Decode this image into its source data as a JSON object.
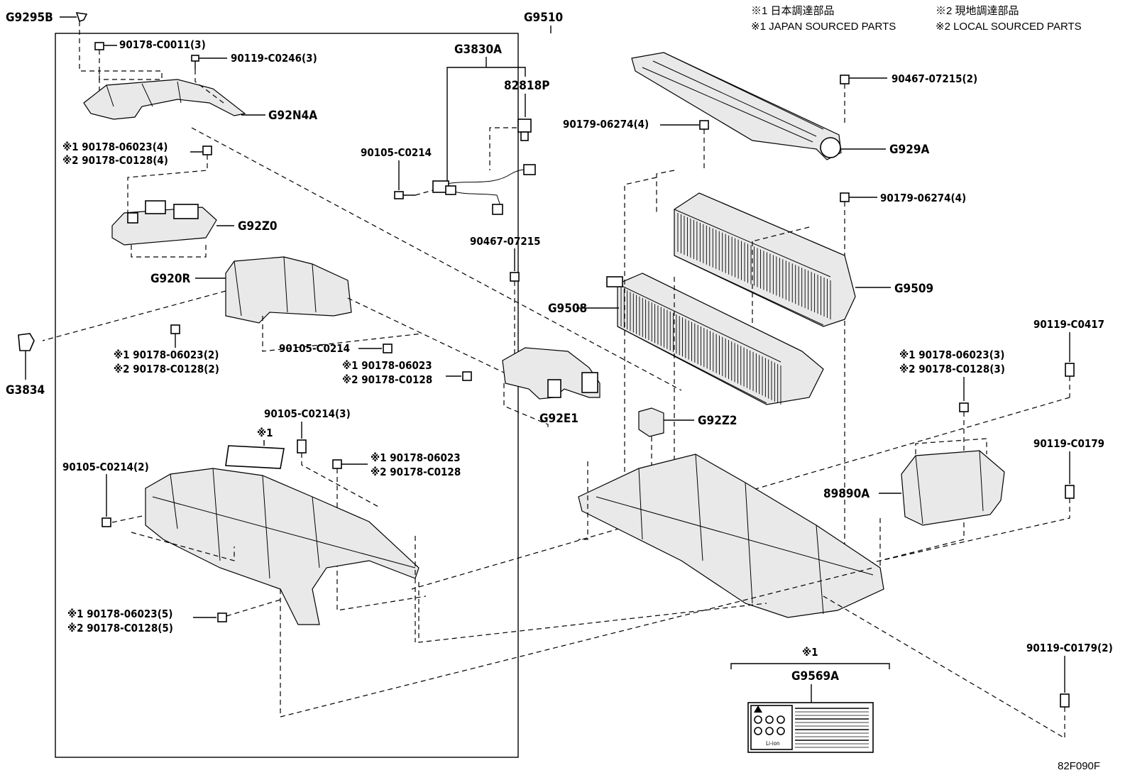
{
  "header": {
    "note1_jp": "※1 日本調達部品",
    "note1_en": "※1 JAPAN SOURCED PARTS",
    "note2_jp": "※2 現地調達部品",
    "note2_en": "※2 LOCAL SOURCED PARTS"
  },
  "labels": {
    "g9295b": "G9295B",
    "g9510": "G9510",
    "p90178_c0011_3": "90178-C0011(3)",
    "p90119_c0246_3": "90119-C0246(3)",
    "g92n4a": "G92N4A",
    "g3830a": "G3830A",
    "p82818p": "82818P",
    "p90467_07215_2": "90467-07215(2)",
    "p90179_06274_4_a": "90179-06274(4)",
    "g929a": "G929A",
    "n1_90178_06023_4": "※1 90178-06023(4)",
    "n2_90178_c0128_4": "※2 90178-C0128(4)",
    "p90105_c0214_a": "90105-C0214",
    "p90179_06274_4_b": "90179-06274(4)",
    "g92z0": "G92Z0",
    "p90467_07215": "90467-07215",
    "g920r": "G920R",
    "g9508": "G9508",
    "g9509": "G9509",
    "p90119_c0417": "90119-C0417",
    "n1_90178_06023_2": "※1 90178-06023(2)",
    "n2_90178_c0128_2": "※2 90178-C0128(2)",
    "p90105_c0214_b": "90105-C0214",
    "n1_90178_06023_a": "※1 90178-06023",
    "n2_90178_c0128_a": "※2 90178-C0128",
    "n1_90178_06023_3": "※1 90178-06023(3)",
    "n2_90178_c0128_3": "※2 90178-C0128(3)",
    "g3834": "G3834",
    "g92e1": "G92E1",
    "g92z2": "G92Z2",
    "p90105_c0214_3": "90105-C0214(3)",
    "mark1_a": "※1",
    "p90119_c0179": "90119-C0179",
    "p90105_c0214_2": "90105-C0214(2)",
    "n1_90178_06023_b": "※1 90178-06023",
    "n2_90178_c0128_b": "※2 90178-C0128",
    "p89890a": "89890A",
    "n1_90178_06023_5": "※1 90178-06023(5)",
    "n2_90178_c0128_5": "※2 90178-C0128(5)",
    "mark1_b": "※1",
    "g9569a": "G9569A",
    "p90119_c0179_2": "90119-C0179(2)",
    "label_liion": "Li-ion",
    "figure_code": "82F090F"
  }
}
